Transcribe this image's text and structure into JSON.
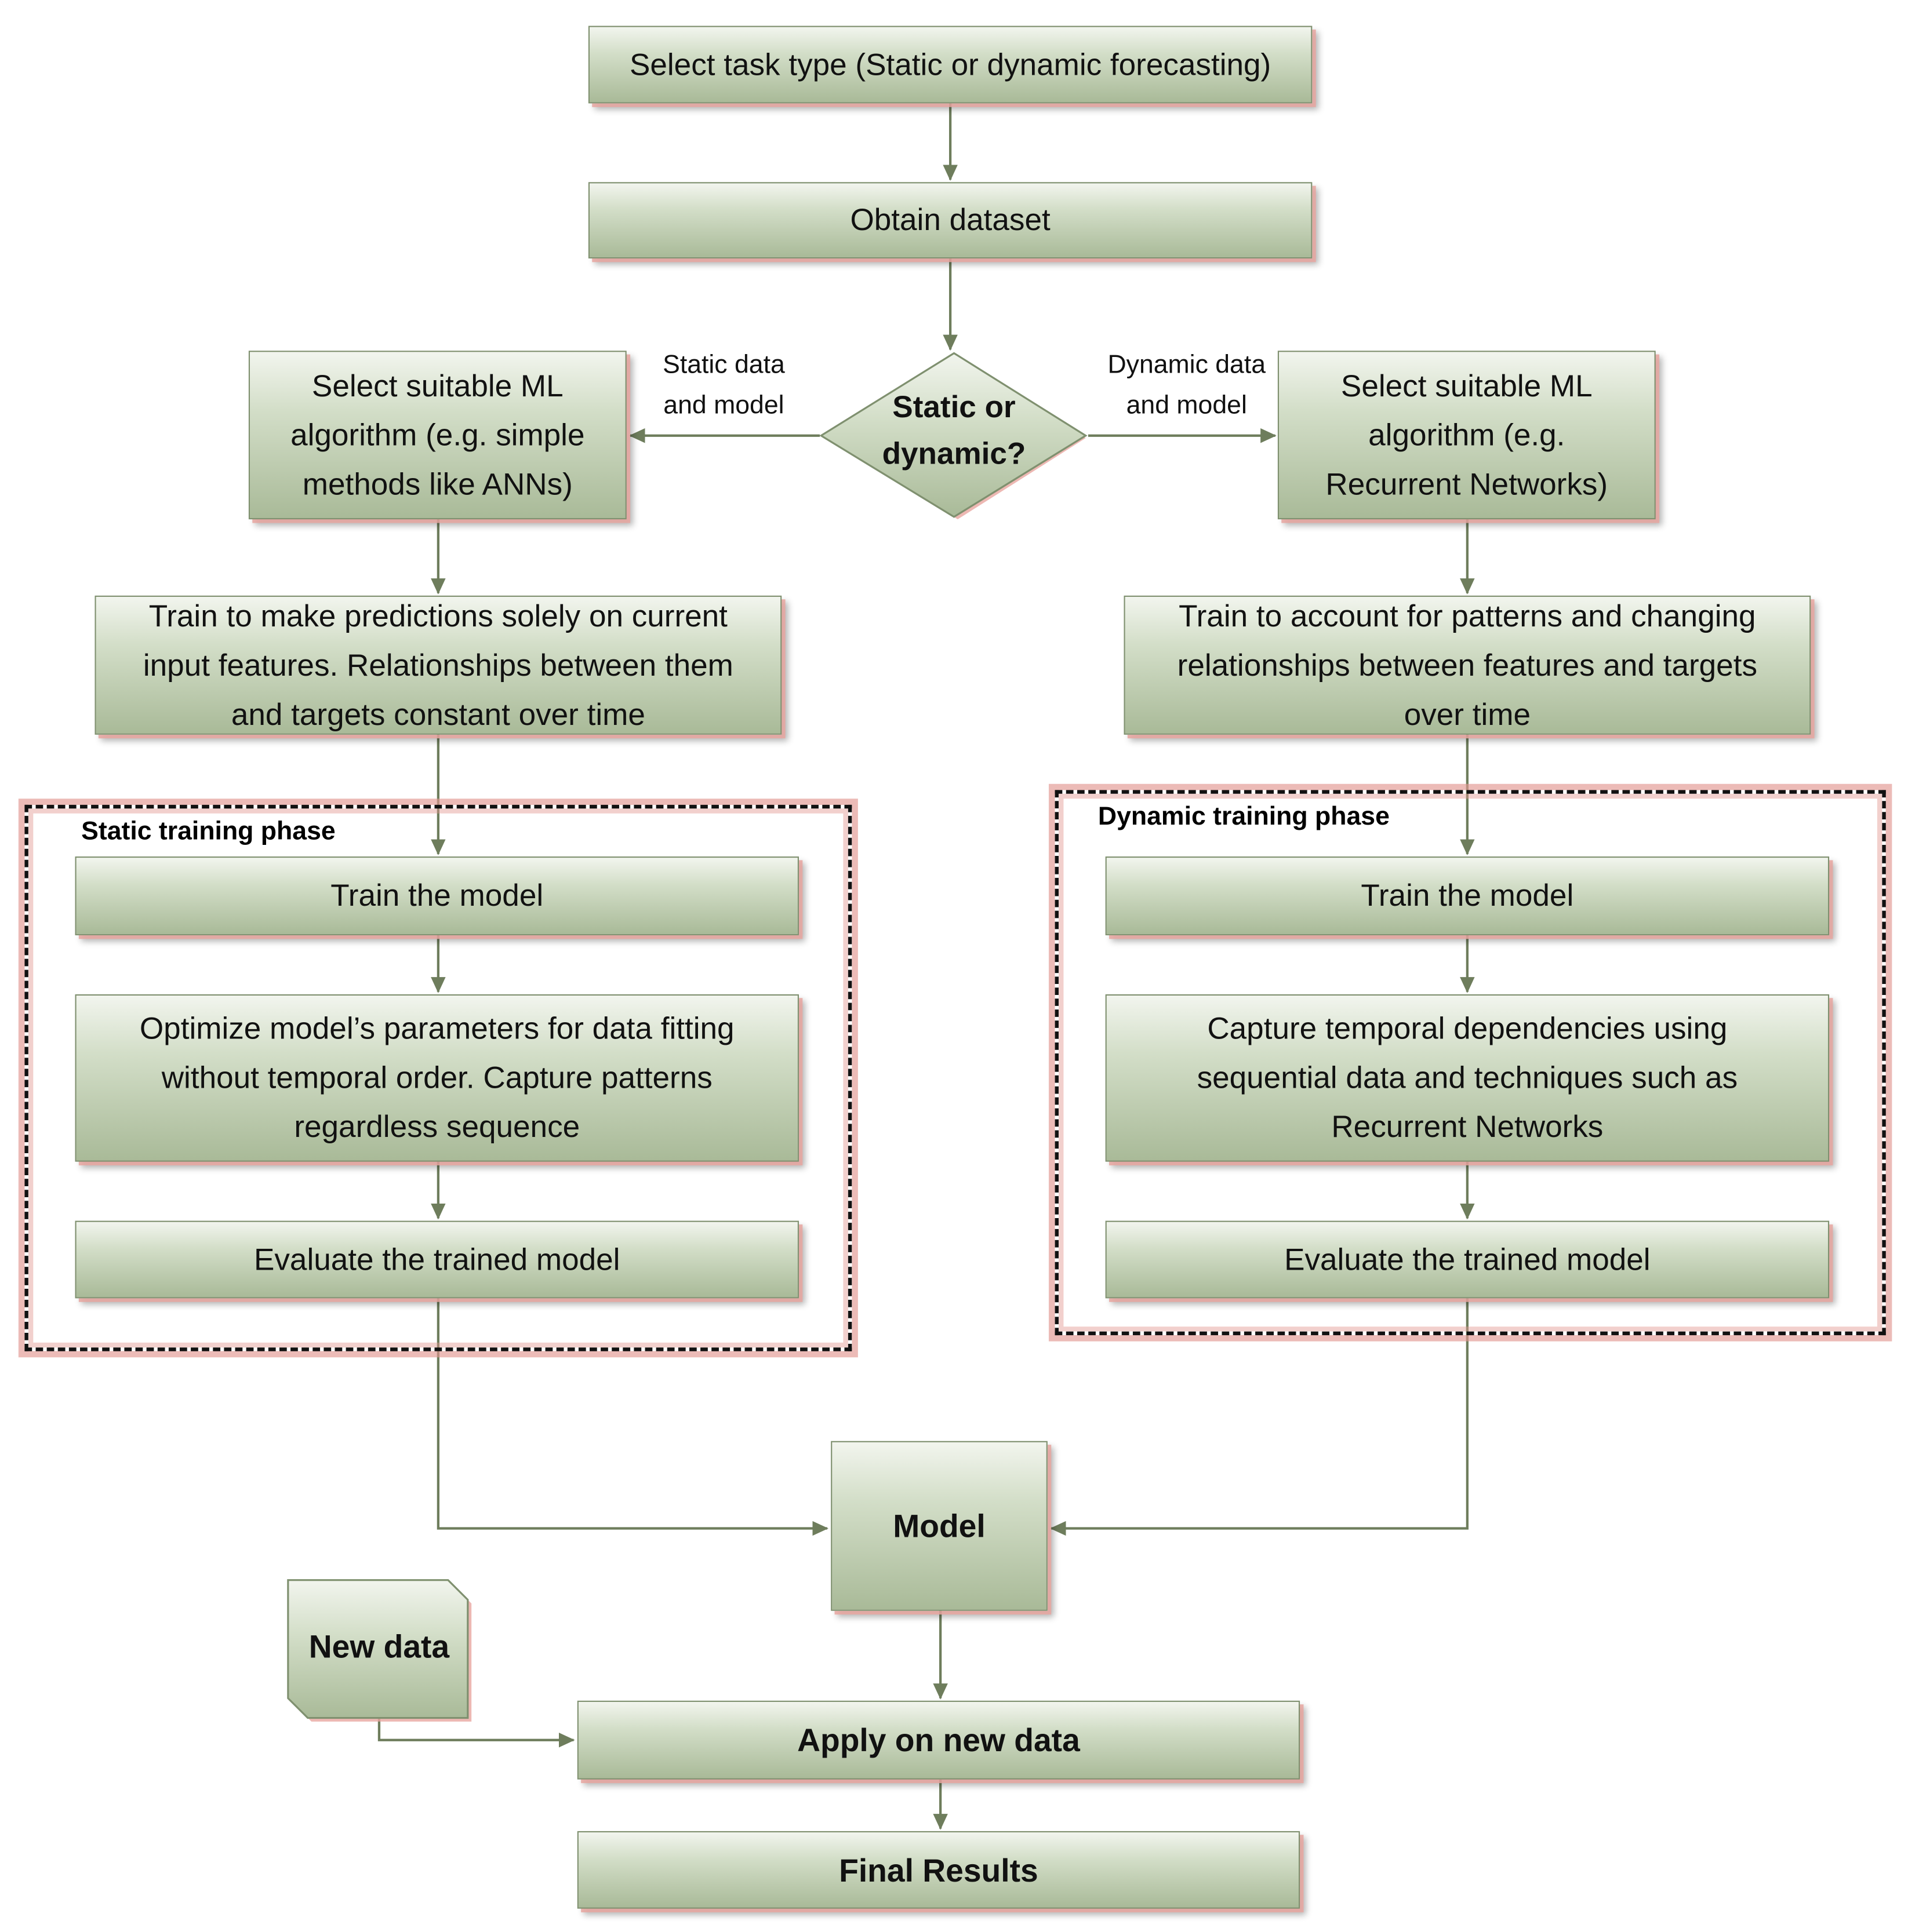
{
  "nodes": {
    "select_task": "Select task type (Static or dynamic forecasting)",
    "obtain_dataset": "Obtain dataset",
    "decision": [
      "Static or",
      "dynamic?"
    ],
    "static_edge_label": [
      "Static data",
      "and model"
    ],
    "dynamic_edge_label": [
      "Dynamic data",
      "and model"
    ],
    "static_algo": [
      "Select suitable ML",
      "algorithm (e.g. simple",
      "methods like ANNs)"
    ],
    "dynamic_algo": [
      "Select suitable ML",
      "algorithm (e.g.",
      "Recurrent Networks)"
    ],
    "static_train_desc": [
      "Train to make predictions solely on current",
      "input features. Relationships between them",
      "and targets constant over time"
    ],
    "dynamic_train_desc": [
      "Train to account for patterns and changing",
      "relationships between features and targets",
      "over time"
    ],
    "static_phase_title": "Static training phase",
    "dynamic_phase_title": "Dynamic training phase",
    "static_train_model": "Train the model",
    "dynamic_train_model": "Train the model",
    "static_optimize": [
      "Optimize model’s parameters for data fitting",
      "without temporal order. Capture patterns",
      "regardless sequence"
    ],
    "dynamic_capture": [
      "Capture temporal dependencies using",
      "sequential data and techniques such as",
      "Recurrent Networks"
    ],
    "static_evaluate": "Evaluate the trained model",
    "dynamic_evaluate": "Evaluate the trained model",
    "model": "Model",
    "new_data": "New data",
    "apply": "Apply on new data",
    "final": "Final Results"
  },
  "colors": {
    "box_fill_top": "#f2f5ee",
    "box_fill_bottom": "#a9ba98",
    "box_border": "#7f906f",
    "shadow_pink": "#e8a6a0",
    "connector": "#6e7d5c"
  }
}
